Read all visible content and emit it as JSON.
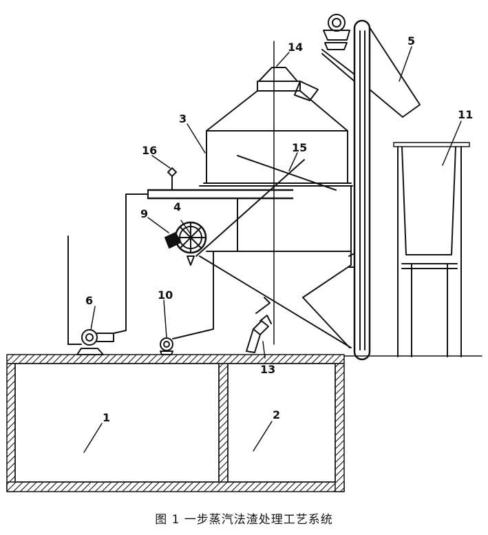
{
  "caption": "图 1    一步蒸汽法渣处理工艺系统",
  "labels": {
    "l1": "1",
    "l2": "2",
    "l3": "3",
    "l4": "4",
    "l5": "5",
    "l6": "6",
    "l9": "9",
    "l10": "10",
    "l11": "11",
    "l13": "13",
    "l14": "14",
    "l15": "15",
    "l16": "16"
  },
  "colors": {
    "ink": "#111111",
    "background": "#ffffff"
  }
}
